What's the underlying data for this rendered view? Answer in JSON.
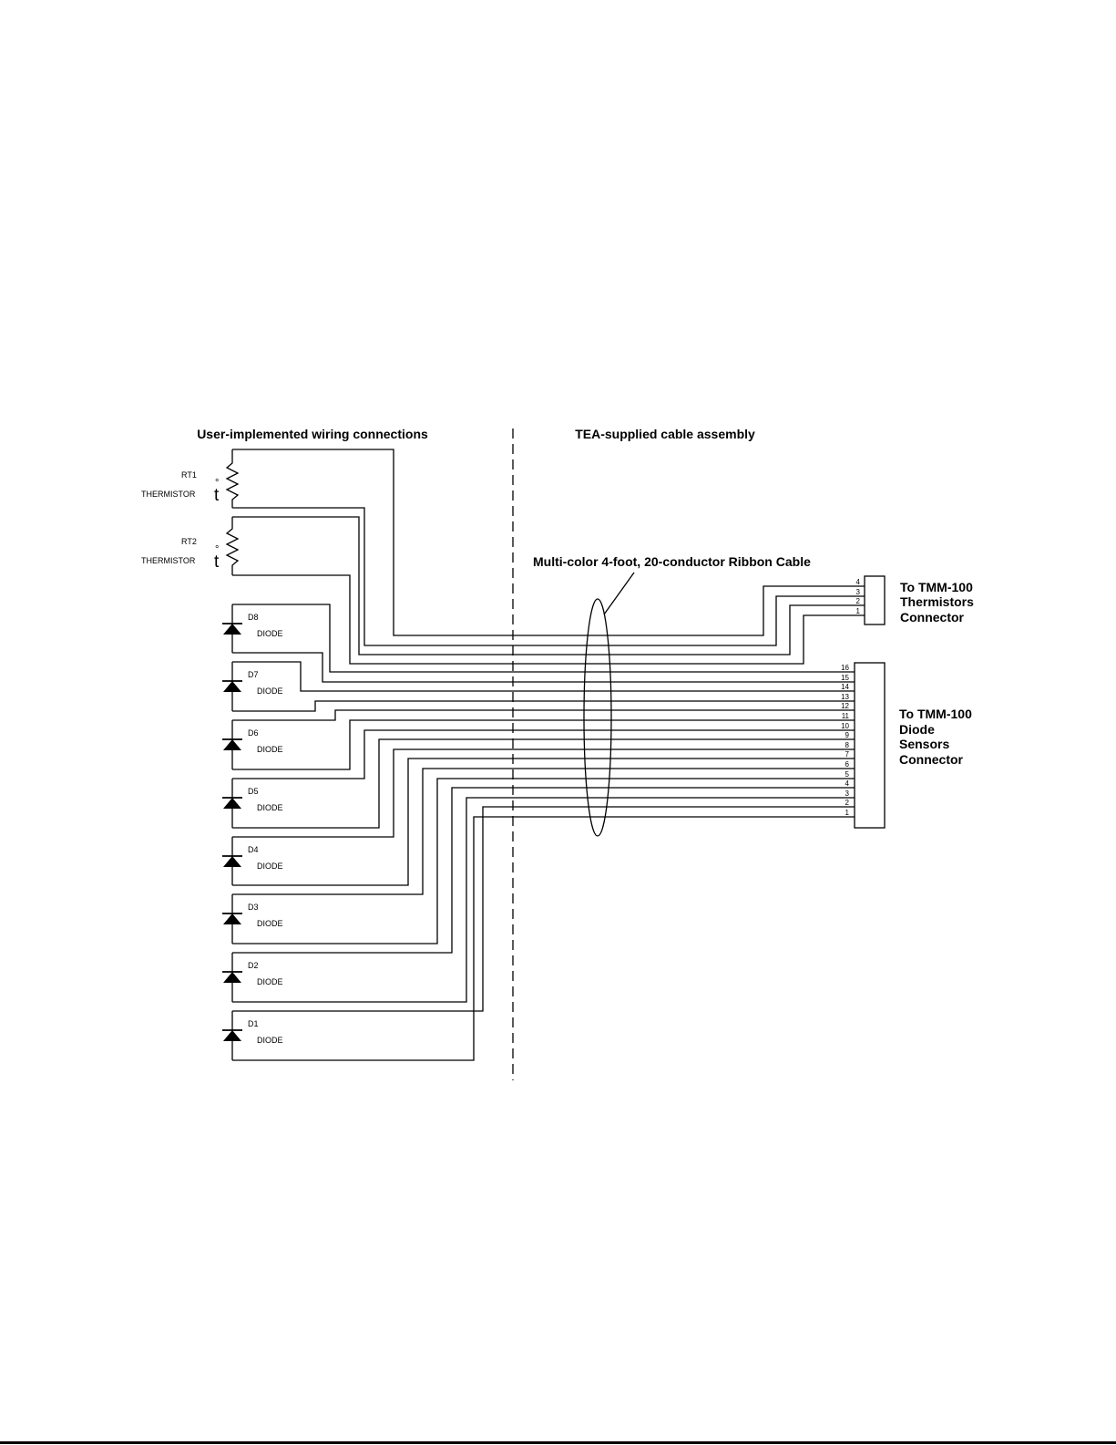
{
  "headers": {
    "user_side": "User-implemented wiring connections",
    "tea_side": "TEA-supplied cable assembly"
  },
  "cable_label": "Multi-color 4-foot, 20-conductor Ribbon Cable",
  "thermistors": [
    {
      "ref": "RT1",
      "type": "THERMISTOR",
      "symbol": "t"
    },
    {
      "ref": "RT2",
      "type": "THERMISTOR",
      "symbol": "t"
    }
  ],
  "diodes": [
    {
      "ref": "D8",
      "type": "DIODE"
    },
    {
      "ref": "D7",
      "type": "DIODE"
    },
    {
      "ref": "D6",
      "type": "DIODE"
    },
    {
      "ref": "D5",
      "type": "DIODE"
    },
    {
      "ref": "D4",
      "type": "DIODE"
    },
    {
      "ref": "D3",
      "type": "DIODE"
    },
    {
      "ref": "D2",
      "type": "DIODE"
    },
    {
      "ref": "D1",
      "type": "DIODE"
    }
  ],
  "thermistor_connector": {
    "lines": [
      "To TMM-100",
      "Thermistors",
      "Connector"
    ],
    "pins": [
      "4",
      "3",
      "2",
      "1"
    ]
  },
  "diode_connector": {
    "lines": [
      "To TMM-100",
      "Diode",
      "Sensors",
      "Connector"
    ],
    "pins": [
      "16",
      "15",
      "14",
      "13",
      "12",
      "11",
      "10",
      "9",
      "8",
      "7",
      "6",
      "5",
      "4",
      "3",
      "2",
      "1"
    ]
  }
}
